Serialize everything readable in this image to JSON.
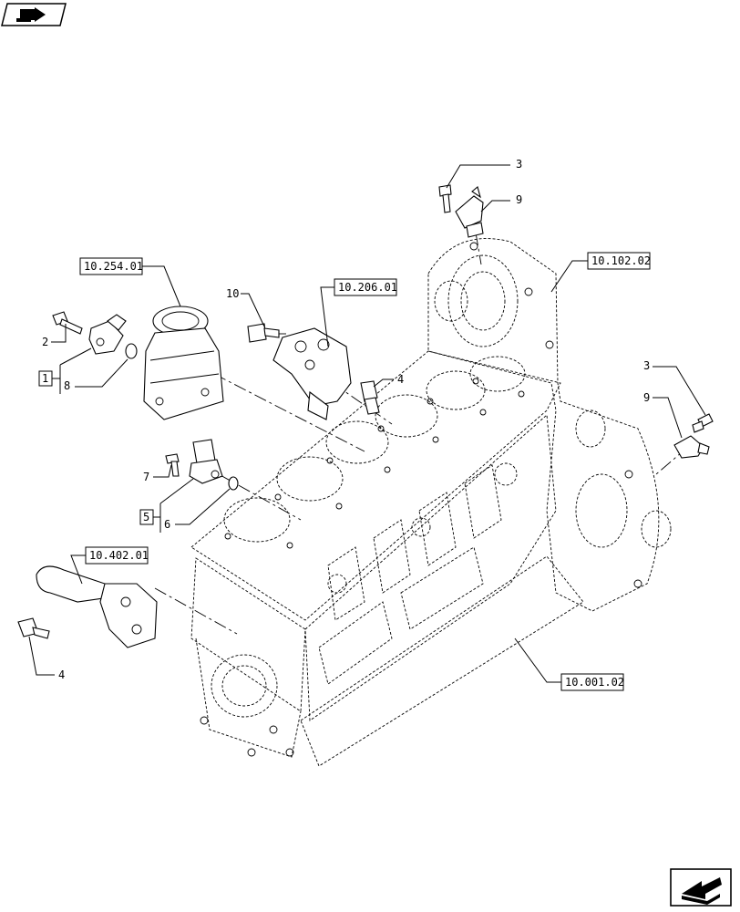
{
  "references": [
    {
      "id": "ref-10254",
      "text": "10.254.01"
    },
    {
      "id": "ref-10206",
      "text": "10.206.01"
    },
    {
      "id": "ref-10102",
      "text": "10.102.02"
    },
    {
      "id": "ref-10402",
      "text": "10.402.01"
    },
    {
      "id": "ref-10001",
      "text": "10.001.02"
    }
  ],
  "callouts": {
    "c3_top": "3",
    "c9_top": "9",
    "c10": "10",
    "c4_mid": "4",
    "c2": "2",
    "c1": "1",
    "c8": "8",
    "c7": "7",
    "c5": "5",
    "c6": "6",
    "c3_right": "3",
    "c9_right": "9",
    "c4_bottom": "4"
  },
  "icons": {
    "top_left": "book-arrow-icon",
    "bottom_right": "next-page-arrow-icon"
  }
}
